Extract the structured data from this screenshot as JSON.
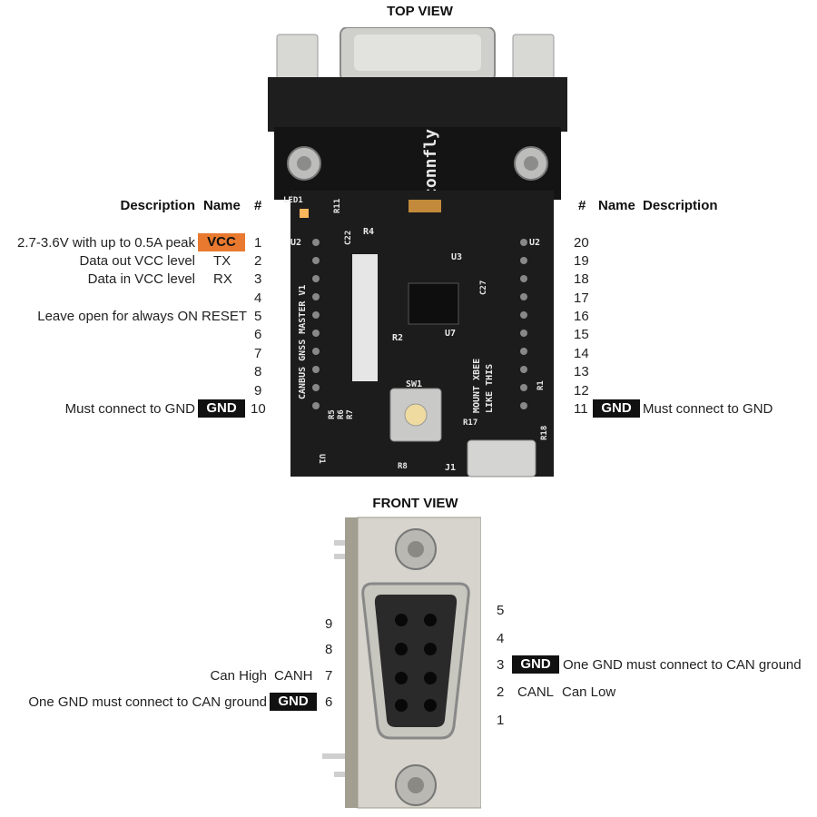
{
  "top_view": {
    "title": "TOP VIEW",
    "left_header": {
      "description": "Description",
      "name": "Name",
      "num": "#"
    },
    "right_header": {
      "num": "#",
      "name": "Name",
      "description": "Description"
    },
    "left_pins": [
      {
        "num": "1",
        "name": "VCC",
        "desc": "2.7-3.6V with up to 0.5A peak",
        "badge": "orange"
      },
      {
        "num": "2",
        "name": "TX",
        "desc": "Data out VCC level"
      },
      {
        "num": "3",
        "name": "RX",
        "desc": "Data in VCC level"
      },
      {
        "num": "4",
        "name": "",
        "desc": ""
      },
      {
        "num": "5",
        "name": "RESET",
        "desc": "Leave open for always ON"
      },
      {
        "num": "6",
        "name": "",
        "desc": ""
      },
      {
        "num": "7",
        "name": "",
        "desc": ""
      },
      {
        "num": "8",
        "name": "",
        "desc": ""
      },
      {
        "num": "9",
        "name": "",
        "desc": ""
      },
      {
        "num": "10",
        "name": "GND",
        "desc": "Must connect to GND",
        "badge": "black"
      }
    ],
    "right_pins": [
      {
        "num": "20",
        "name": "",
        "desc": ""
      },
      {
        "num": "19",
        "name": "",
        "desc": ""
      },
      {
        "num": "18",
        "name": "",
        "desc": ""
      },
      {
        "num": "17",
        "name": "",
        "desc": ""
      },
      {
        "num": "16",
        "name": "",
        "desc": ""
      },
      {
        "num": "15",
        "name": "",
        "desc": ""
      },
      {
        "num": "14",
        "name": "",
        "desc": ""
      },
      {
        "num": "13",
        "name": "",
        "desc": ""
      },
      {
        "num": "12",
        "name": "",
        "desc": ""
      },
      {
        "num": "11",
        "name": "GND",
        "desc": "Must connect to GND",
        "badge": "black"
      }
    ],
    "board_labels": {
      "led": "LED1",
      "r11": "R11",
      "c22": "C22",
      "r4": "R4",
      "u2": "U2",
      "u3": "U3",
      "c27": "C27",
      "r2": "R2",
      "u7": "U7",
      "sw1": "SW1",
      "r17": "R17",
      "r1": "R1",
      "r18": "R18",
      "r8": "R8",
      "j1": "J1",
      "r5": "R5",
      "r6": "R6",
      "r7": "R7",
      "u1": "U1",
      "side": "CANBUS GNSS MASTER V1",
      "xbee_1": "MOUNT XBEE",
      "xbee_2": "LIKE THIS",
      "brand": "connfly"
    }
  },
  "front_view": {
    "title": "FRONT VIEW",
    "left_pins": [
      {
        "num": "9",
        "name": "",
        "desc": ""
      },
      {
        "num": "8",
        "name": "",
        "desc": ""
      },
      {
        "num": "7",
        "name": "CANH",
        "desc": "Can High"
      },
      {
        "num": "6",
        "name": "GND",
        "desc": "One GND must connect to CAN ground",
        "badge": "black"
      }
    ],
    "right_pins": [
      {
        "num": "5",
        "name": "",
        "desc": ""
      },
      {
        "num": "4",
        "name": "",
        "desc": ""
      },
      {
        "num": "3",
        "name": "GND",
        "desc": "One GND must connect to CAN ground",
        "badge": "black"
      },
      {
        "num": "2",
        "name": "CANL",
        "desc": "Can Low"
      },
      {
        "num": "1",
        "name": "",
        "desc": ""
      }
    ]
  },
  "colors": {
    "badge_black": "#111111",
    "badge_orange": "#e8792f",
    "pcb": "#1c1c1c"
  }
}
